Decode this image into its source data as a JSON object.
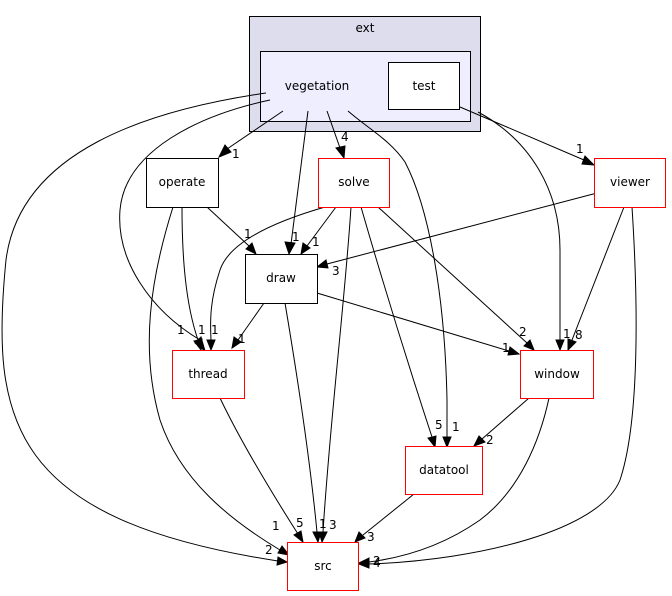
{
  "clusters": {
    "ext": {
      "label": "ext",
      "fill": "#ddddee",
      "stroke": "#000000"
    },
    "vegetation": {
      "label": "vegetation",
      "fill": "#eeeeff",
      "stroke": "#000000"
    }
  },
  "nodes": {
    "test": {
      "label": "test",
      "stroke": "#000000"
    },
    "operate": {
      "label": "operate",
      "stroke": "#000000"
    },
    "solve": {
      "label": "solve",
      "stroke": "#ff0000"
    },
    "viewer": {
      "label": "viewer",
      "stroke": "#ff0000"
    },
    "draw": {
      "label": "draw",
      "stroke": "#000000"
    },
    "thread": {
      "label": "thread",
      "stroke": "#ff0000"
    },
    "window": {
      "label": "window",
      "stroke": "#ff0000"
    },
    "datatool": {
      "label": "datatool",
      "stroke": "#ff0000"
    },
    "src": {
      "label": "src",
      "stroke": "#ff0000"
    }
  },
  "edges": [
    {
      "from": "vegetation",
      "to": "operate",
      "label": "1"
    },
    {
      "from": "vegetation",
      "to": "solve",
      "label": "4"
    },
    {
      "from": "vegetation",
      "to": "draw",
      "label": "1"
    },
    {
      "from": "vegetation",
      "to": "thread",
      "label": "1"
    },
    {
      "from": "vegetation",
      "to": "datatool",
      "label": "1"
    },
    {
      "from": "vegetation",
      "to": "src",
      "label": "2"
    },
    {
      "from": "vegetation",
      "to": "viewer",
      "label": "1"
    },
    {
      "from": "vegetation",
      "to": "window",
      "label": "1"
    },
    {
      "from": "operate",
      "to": "draw",
      "label": "1"
    },
    {
      "from": "operate",
      "to": "thread",
      "label": "1"
    },
    {
      "from": "operate",
      "to": "src",
      "label": "1"
    },
    {
      "from": "solve",
      "to": "draw",
      "label": "1"
    },
    {
      "from": "solve",
      "to": "thread",
      "label": "1"
    },
    {
      "from": "solve",
      "to": "src",
      "label": "3"
    },
    {
      "from": "solve",
      "to": "window",
      "label": "2"
    },
    {
      "from": "solve",
      "to": "datatool",
      "label": "5"
    },
    {
      "from": "viewer",
      "to": "draw",
      "label": "3"
    },
    {
      "from": "viewer",
      "to": "window",
      "label": "8"
    },
    {
      "from": "viewer",
      "to": "src",
      "label": "4"
    },
    {
      "from": "draw",
      "to": "thread",
      "label": "1"
    },
    {
      "from": "draw",
      "to": "window",
      "label": "1"
    },
    {
      "from": "draw",
      "to": "src",
      "label": "1"
    },
    {
      "from": "thread",
      "to": "src",
      "label": "5"
    },
    {
      "from": "window",
      "to": "datatool",
      "label": "2"
    },
    {
      "from": "window",
      "to": "src",
      "label": "2"
    },
    {
      "from": "datatool",
      "to": "src",
      "label": "3"
    }
  ]
}
